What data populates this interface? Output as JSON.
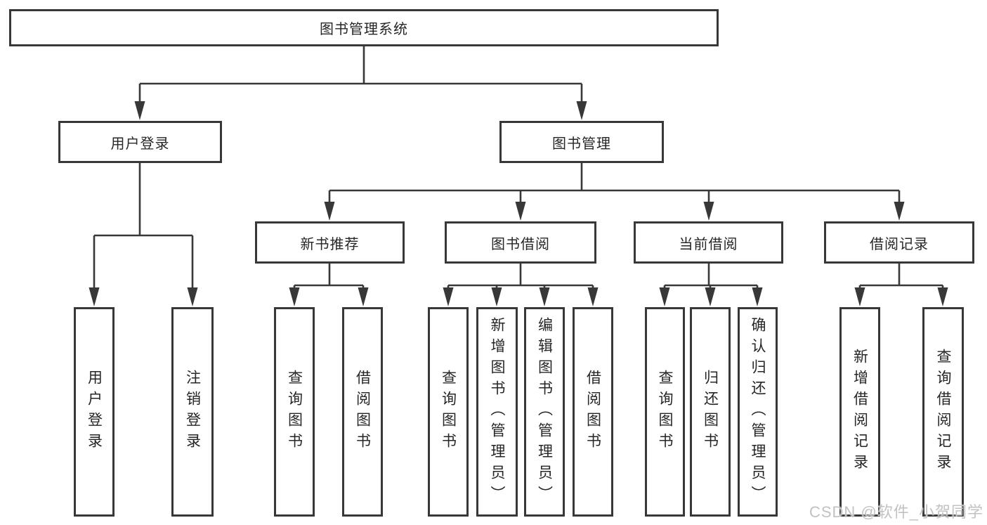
{
  "diagram_type": "hierarchy-flowchart",
  "colors": {
    "background": "#ffffff",
    "line": "#383838",
    "box_border": "#383838",
    "text": "#262626",
    "watermark": "#c2c2c2"
  },
  "tree": {
    "label": "图书管理系统",
    "children": [
      {
        "label": "用户登录",
        "children": [
          {
            "label": "用户登录"
          },
          {
            "label": "注销登录"
          }
        ]
      },
      {
        "label": "图书管理",
        "children": [
          {
            "label": "新书推荐",
            "children": [
              {
                "label": "查询图书"
              },
              {
                "label": "借阅图书"
              }
            ]
          },
          {
            "label": "图书借阅",
            "children": [
              {
                "label": "查询图书"
              },
              {
                "label": "新增图书（管理员）"
              },
              {
                "label": "编辑图书（管理员）"
              },
              {
                "label": "借阅图书"
              }
            ]
          },
          {
            "label": "当前借阅",
            "children": [
              {
                "label": "查询图书"
              },
              {
                "label": "归还图书"
              },
              {
                "label": "确认归还（管理员）"
              }
            ]
          },
          {
            "label": "借阅记录",
            "children": [
              {
                "label": "新增借阅记录"
              },
              {
                "label": "查询借阅记录"
              }
            ]
          }
        ]
      }
    ]
  },
  "watermark": {
    "text": "CSDN @软件_小贺同学"
  }
}
